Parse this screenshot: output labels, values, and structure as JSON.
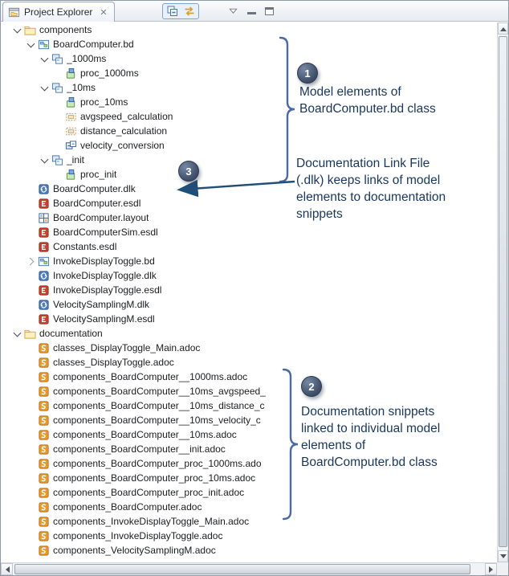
{
  "panel": {
    "tab_title": "Project Explorer",
    "tab_close": "✕"
  },
  "toolbar": {
    "buttons": [
      {
        "name": "collapse-all-icon"
      },
      {
        "name": "link-with-editor-icon"
      },
      {
        "name": "view-menu-icon"
      },
      {
        "name": "minimize-icon"
      },
      {
        "name": "maximize-icon"
      }
    ]
  },
  "tree": {
    "items": [
      {
        "label": "components",
        "depth": 0,
        "icon": "folder",
        "expand": "open"
      },
      {
        "label": "BoardComputer.bd",
        "depth": 1,
        "icon": "bd",
        "expand": "open"
      },
      {
        "label": "_1000ms",
        "depth": 2,
        "icon": "sub",
        "expand": "open"
      },
      {
        "label": "proc_1000ms",
        "depth": 3,
        "icon": "proc",
        "expand": null
      },
      {
        "label": "_10ms",
        "depth": 2,
        "icon": "sub",
        "expand": "open"
      },
      {
        "label": "proc_10ms",
        "depth": 3,
        "icon": "proc",
        "expand": null
      },
      {
        "label": "avgspeed_calculation",
        "depth": 3,
        "icon": "calc",
        "expand": null
      },
      {
        "label": "distance_calculation",
        "depth": 3,
        "icon": "calc",
        "expand": null
      },
      {
        "label": "velocity_conversion",
        "depth": 3,
        "icon": "conv",
        "expand": null
      },
      {
        "label": "_init",
        "depth": 2,
        "icon": "sub",
        "expand": "open"
      },
      {
        "label": "proc_init",
        "depth": 3,
        "icon": "proc",
        "expand": null
      },
      {
        "label": "BoardComputer.dlk",
        "depth": 1,
        "icon": "dlk",
        "expand": null
      },
      {
        "label": "BoardComputer.esdl",
        "depth": 1,
        "icon": "esdl",
        "expand": null
      },
      {
        "label": "BoardComputer.layout",
        "depth": 1,
        "icon": "layout",
        "expand": null
      },
      {
        "label": "BoardComputerSim.esdl",
        "depth": 1,
        "icon": "esdl",
        "expand": null
      },
      {
        "label": "Constants.esdl",
        "depth": 1,
        "icon": "esdl",
        "expand": null
      },
      {
        "label": "InvokeDisplayToggle.bd",
        "depth": 1,
        "icon": "bd",
        "expand": "closed"
      },
      {
        "label": "InvokeDisplayToggle.dlk",
        "depth": 1,
        "icon": "dlk",
        "expand": null
      },
      {
        "label": "InvokeDisplayToggle.esdl",
        "depth": 1,
        "icon": "esdl",
        "expand": null
      },
      {
        "label": "VelocitySamplingM.dlk",
        "depth": 1,
        "icon": "dlk",
        "expand": null
      },
      {
        "label": "VelocitySamplingM.esdl",
        "depth": 1,
        "icon": "esdl",
        "expand": null
      },
      {
        "label": "documentation",
        "depth": 0,
        "icon": "folder",
        "expand": "open"
      },
      {
        "label": "classes_DisplayToggle_Main.adoc",
        "depth": 1,
        "icon": "adoc",
        "expand": null
      },
      {
        "label": "classes_DisplayToggle.adoc",
        "depth": 1,
        "icon": "adoc",
        "expand": null
      },
      {
        "label": "components_BoardComputer__1000ms.adoc",
        "depth": 1,
        "icon": "adoc",
        "expand": null
      },
      {
        "label": "components_BoardComputer__10ms_avgspeed_",
        "depth": 1,
        "icon": "adoc",
        "expand": null
      },
      {
        "label": "components_BoardComputer__10ms_distance_c",
        "depth": 1,
        "icon": "adoc",
        "expand": null
      },
      {
        "label": "components_BoardComputer__10ms_velocity_c",
        "depth": 1,
        "icon": "adoc",
        "expand": null
      },
      {
        "label": "components_BoardComputer__10ms.adoc",
        "depth": 1,
        "icon": "adoc",
        "expand": null
      },
      {
        "label": "components_BoardComputer__init.adoc",
        "depth": 1,
        "icon": "adoc",
        "expand": null
      },
      {
        "label": "components_BoardComputer_proc_1000ms.ado",
        "depth": 1,
        "icon": "adoc",
        "expand": null
      },
      {
        "label": "components_BoardComputer_proc_10ms.adoc",
        "depth": 1,
        "icon": "adoc",
        "expand": null
      },
      {
        "label": "components_BoardComputer_proc_init.adoc",
        "depth": 1,
        "icon": "adoc",
        "expand": null
      },
      {
        "label": "components_BoardComputer.adoc",
        "depth": 1,
        "icon": "adoc",
        "expand": null
      },
      {
        "label": "components_InvokeDisplayToggle_Main.adoc",
        "depth": 1,
        "icon": "adoc",
        "expand": null
      },
      {
        "label": "components_InvokeDisplayToggle.adoc",
        "depth": 1,
        "icon": "adoc",
        "expand": null
      },
      {
        "label": "components_VelocitySamplingM.adoc",
        "depth": 1,
        "icon": "adoc",
        "expand": null
      }
    ]
  },
  "annotations": {
    "badge1": "1",
    "badge2": "2",
    "badge3": "3",
    "note1": "Model elements of\nBoardComputer.bd class",
    "note2": "Documentation snippets\nlinked to individual model\nelements of\nBoardComputer.bd class",
    "note3": "Documentation Link File\n(.dlk) keeps links of model\nelements to documentation\nsnippets"
  },
  "colors": {
    "note-color": "#17375E",
    "brace-color": "#4a69a5",
    "arrow-color": "#1f4e79",
    "badge-color": "#3d4c66"
  }
}
